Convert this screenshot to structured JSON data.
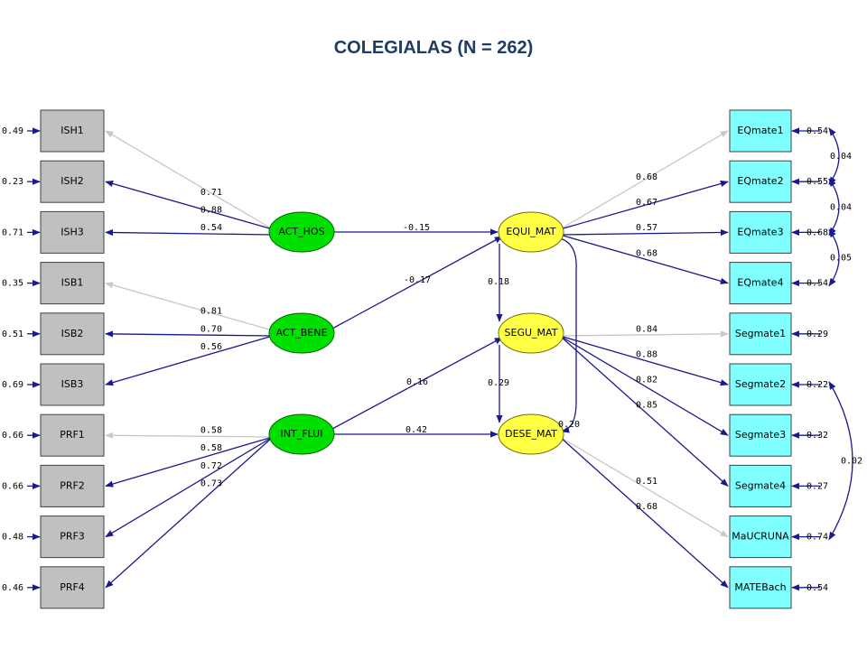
{
  "title": "COLEGIALAS (N = 262)",
  "colors": {
    "left_box_fill": "#c0c0c0",
    "right_box_fill": "#7fffff",
    "exogenous_fill": "#00e000",
    "endogenous_fill": "#ffff44",
    "path_dark": "#1a1a8c",
    "path_light": "#c8c8c8"
  },
  "left_indicators": [
    {
      "id": "ISH1",
      "label": "ISH1",
      "error": "0.49",
      "loading": "0.71",
      "factor": "ACT_HOS",
      "fixed": true
    },
    {
      "id": "ISH2",
      "label": "ISH2",
      "error": "0.23",
      "loading": "0.88",
      "factor": "ACT_HOS",
      "fixed": false
    },
    {
      "id": "ISH3",
      "label": "ISH3",
      "error": "0.71",
      "loading": "0.54",
      "factor": "ACT_HOS",
      "fixed": false
    },
    {
      "id": "ISB1",
      "label": "ISB1",
      "error": "0.35",
      "loading": "0.81",
      "factor": "ACT_BENE",
      "fixed": true
    },
    {
      "id": "ISB2",
      "label": "ISB2",
      "error": "0.51",
      "loading": "0.70",
      "factor": "ACT_BENE",
      "fixed": false
    },
    {
      "id": "ISB3",
      "label": "ISB3",
      "error": "0.69",
      "loading": "0.56",
      "factor": "ACT_BENE",
      "fixed": false
    },
    {
      "id": "PRF1",
      "label": "PRF1",
      "error": "0.66",
      "loading": "0.58",
      "factor": "INT_FLUI",
      "fixed": true
    },
    {
      "id": "PRF2",
      "label": "PRF2",
      "error": "0.66",
      "loading": "0.58",
      "factor": "INT_FLUI",
      "fixed": false
    },
    {
      "id": "PRF3",
      "label": "PRF3",
      "error": "0.48",
      "loading": "0.72",
      "factor": "INT_FLUI",
      "fixed": false
    },
    {
      "id": "PRF4",
      "label": "PRF4",
      "error": "0.46",
      "loading": "0.73",
      "factor": "INT_FLUI",
      "fixed": false
    }
  ],
  "exogenous": [
    {
      "id": "ACT_HOS",
      "label": "ACT_HOS"
    },
    {
      "id": "ACT_BENE",
      "label": "ACT_BENE"
    },
    {
      "id": "INT_FLUI",
      "label": "INT_FLUI"
    }
  ],
  "endogenous": [
    {
      "id": "EQUI_MAT",
      "label": "EQUI_MAT"
    },
    {
      "id": "SEGU_MAT",
      "label": "SEGU_MAT"
    },
    {
      "id": "DESE_MAT",
      "label": "DESE_MAT"
    }
  ],
  "structural_paths": [
    {
      "from": "ACT_HOS",
      "to": "EQUI_MAT",
      "value": "-0.15"
    },
    {
      "from": "ACT_BENE",
      "to": "EQUI_MAT",
      "value": "-0.17"
    },
    {
      "from": "INT_FLUI",
      "to": "SEGU_MAT",
      "value": "0.16"
    },
    {
      "from": "INT_FLUI",
      "to": "DESE_MAT",
      "value": "0.42"
    },
    {
      "from": "EQUI_MAT",
      "to": "SEGU_MAT",
      "value": "0.18"
    },
    {
      "from": "SEGU_MAT",
      "to": "DESE_MAT",
      "value": "0.29"
    },
    {
      "from": "EQUI_MAT",
      "to": "DESE_MAT",
      "value": "0.20"
    }
  ],
  "right_indicators": [
    {
      "id": "EQmate1",
      "label": "EQmate1",
      "error": "0.54",
      "loading": "0.68",
      "factor": "EQUI_MAT",
      "fixed": true
    },
    {
      "id": "EQmate2",
      "label": "EQmate2",
      "error": "0.55",
      "loading": "0.67",
      "factor": "EQUI_MAT",
      "fixed": false
    },
    {
      "id": "EQmate3",
      "label": "EQmate3",
      "error": "0.68",
      "loading": "0.57",
      "factor": "EQUI_MAT",
      "fixed": false
    },
    {
      "id": "EQmate4",
      "label": "EQmate4",
      "error": "0.54",
      "loading": "0.68",
      "factor": "EQUI_MAT",
      "fixed": false
    },
    {
      "id": "Segmate1",
      "label": "Segmate1",
      "error": "0.29",
      "loading": "0.84",
      "factor": "SEGU_MAT",
      "fixed": true
    },
    {
      "id": "Segmate2",
      "label": "Segmate2",
      "error": "0.22",
      "loading": "0.88",
      "factor": "SEGU_MAT",
      "fixed": false
    },
    {
      "id": "Segmate3",
      "label": "Segmate3",
      "error": "0.32",
      "loading": "0.82",
      "factor": "SEGU_MAT",
      "fixed": false
    },
    {
      "id": "Segmate4",
      "label": "Segmate4",
      "error": "0.27",
      "loading": "0.85",
      "factor": "SEGU_MAT",
      "fixed": false
    },
    {
      "id": "MaUCRUNA",
      "label": "MaUCRUNA",
      "error": "0.74",
      "loading": "0.51",
      "factor": "DESE_MAT",
      "fixed": true
    },
    {
      "id": "MATEBach",
      "label": "MATEBach",
      "error": "0.54",
      "loading": "0.68",
      "factor": "DESE_MAT",
      "fixed": false
    }
  ],
  "error_covariances": [
    {
      "between": [
        "EQmate1",
        "EQmate2"
      ],
      "value": "0.04"
    },
    {
      "between": [
        "EQmate2",
        "EQmate3"
      ],
      "value": "0.04"
    },
    {
      "between": [
        "EQmate3",
        "EQmate4"
      ],
      "value": "0.05"
    },
    {
      "between": [
        "Segmate2",
        "MaUCRUNA"
      ],
      "value": "0.02"
    }
  ]
}
